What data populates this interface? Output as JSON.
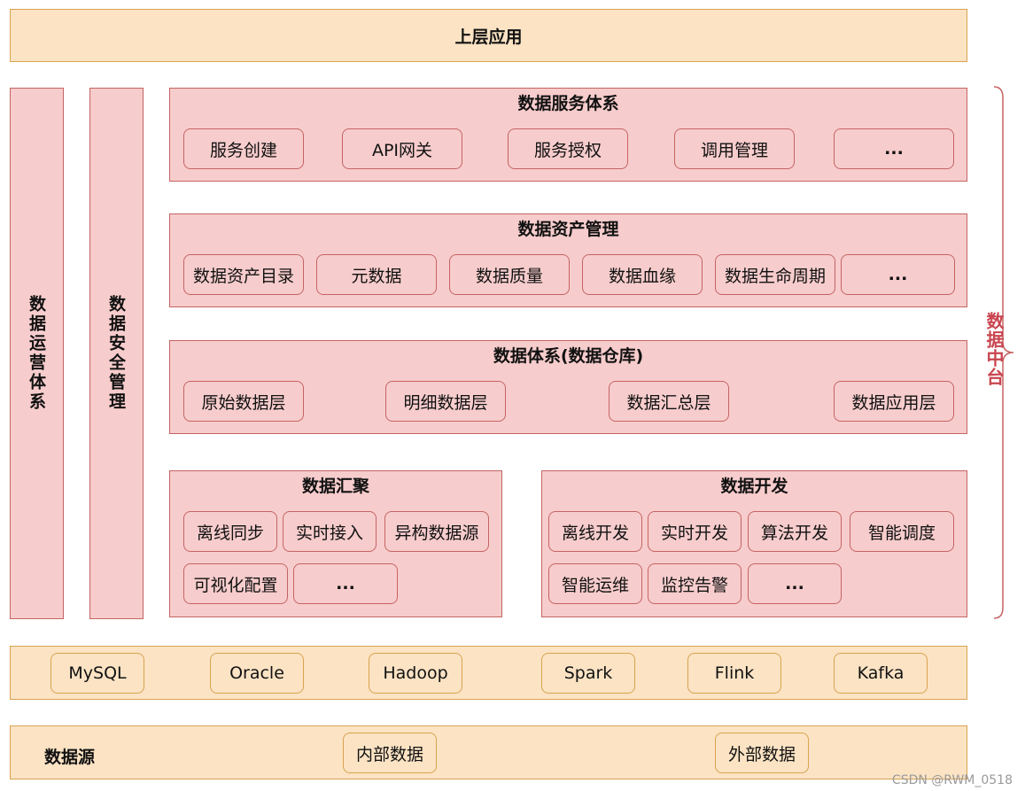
{
  "top_app": "上层应用",
  "left_col_1": "数据运营体系",
  "left_col_2": "数据安全管理",
  "platform_label": "数据中台",
  "service": {
    "title": "数据服务体系",
    "items": [
      "服务创建",
      "API网关",
      "服务授权",
      "调用管理",
      "..."
    ]
  },
  "asset": {
    "title": "数据资产管理",
    "items": [
      "数据资产目录",
      "元数据",
      "数据质量",
      "数据血缘",
      "数据生命周期",
      "..."
    ]
  },
  "warehouse": {
    "title": "数据体系(数据仓库)",
    "items": [
      "原始数据层",
      "明细数据层",
      "数据汇总层",
      "数据应用层"
    ]
  },
  "aggregation": {
    "title": "数据汇聚",
    "items": [
      "离线同步",
      "实时接入",
      "异构数据源",
      "可视化配置",
      "..."
    ]
  },
  "development": {
    "title": "数据开发",
    "items": [
      "离线开发",
      "实时开发",
      "算法开发",
      "智能调度",
      "智能运维",
      "监控告警",
      "..."
    ]
  },
  "engines": [
    "MySQL",
    "Oracle",
    "Hadoop",
    "Spark",
    "Flink",
    "Kafka"
  ],
  "sources": {
    "label": "数据源",
    "items": [
      "内部数据",
      "外部数据"
    ]
  },
  "watermark": "CSDN @RWM_0518"
}
